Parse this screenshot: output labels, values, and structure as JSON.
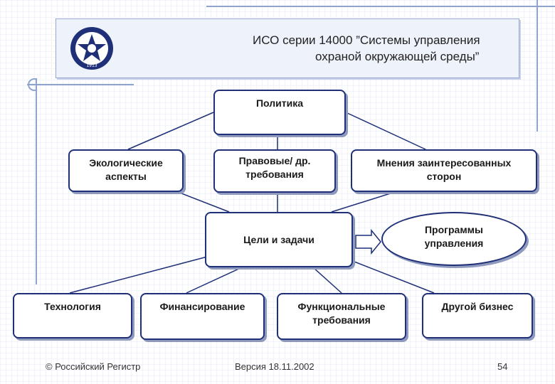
{
  "header": {
    "title_line1": "ИСО серии 14000 ”Системы управления",
    "title_line2": "охраной окружающей среды”",
    "logo_text": "1913"
  },
  "nodes": {
    "policy": {
      "lines": [
        "Политика"
      ]
    },
    "eco": {
      "lines": [
        "Экологические",
        "аспекты"
      ]
    },
    "legal": {
      "lines": [
        "Правовые/ др.",
        "требования"
      ]
    },
    "opinions": {
      "lines": [
        "Мнения заинтересованных",
        "сторон"
      ]
    },
    "goals": {
      "lines": [
        "Цели и задачи"
      ]
    },
    "programs": {
      "lines": [
        "Программы",
        "управления"
      ]
    },
    "tech": {
      "lines": [
        "Технология"
      ]
    },
    "finance": {
      "lines": [
        "Финансирование"
      ]
    },
    "functional": {
      "lines": [
        "Функциональные",
        "требования"
      ]
    },
    "business": {
      "lines": [
        "Другой бизнес"
      ]
    }
  },
  "footer": {
    "copyright": "© Российский Регистр",
    "version": "Версия 18.11.2002",
    "page": "54"
  },
  "colors": {
    "border": "#1f2f78",
    "line": "#1f2f78",
    "header_bg": "#eef2fb"
  }
}
